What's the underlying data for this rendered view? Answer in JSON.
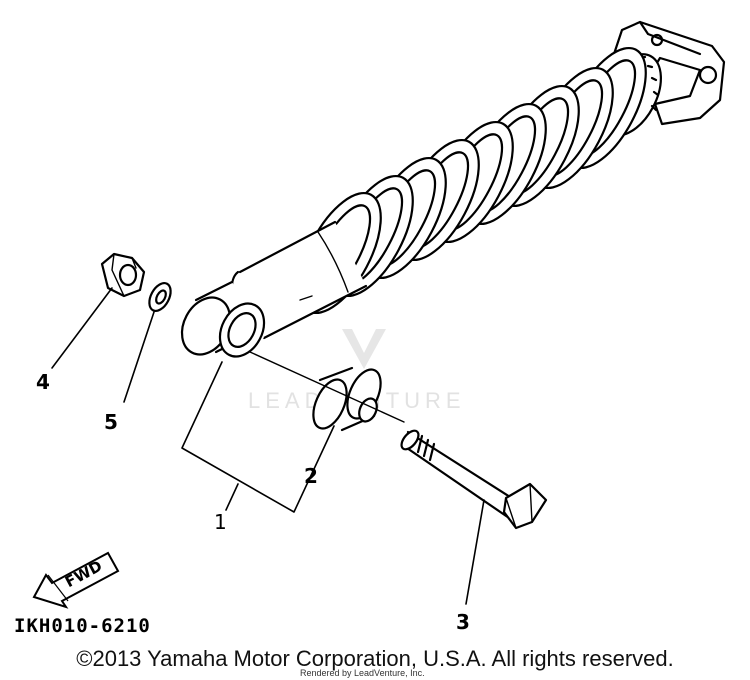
{
  "diagram": {
    "callouts": {
      "part1": "1",
      "part2": "2",
      "part3": "3",
      "part4": "4",
      "part5": "5"
    },
    "fwd_label": "FWD",
    "reference_code": "IKH010-6210",
    "watermark": "LEADVENTURE",
    "copyright": "©2013 Yamaha Motor Corporation, U.S.A. All rights reserved.",
    "rendered_by": "Rendered by LeadVenture, Inc."
  },
  "colors": {
    "line": "#000000",
    "background": "#ffffff",
    "watermark": "#e2e2e2"
  },
  "icons": [
    "fwd-arrow-icon",
    "leadventure-logo-icon"
  ]
}
